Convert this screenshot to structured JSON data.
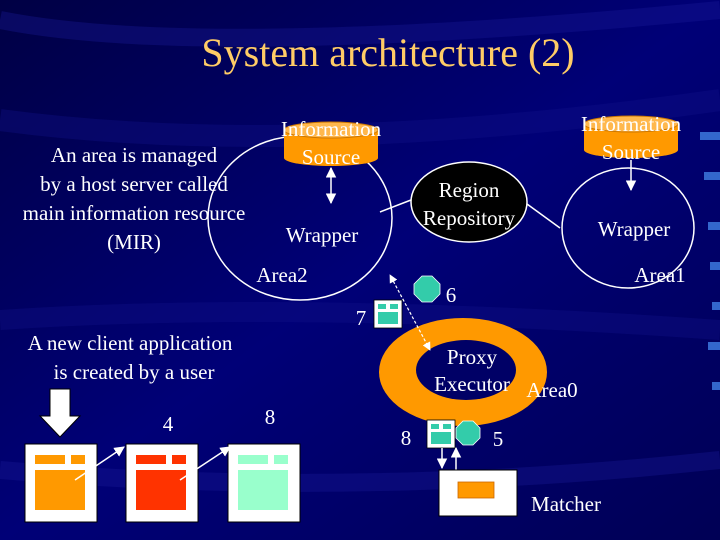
{
  "title": "System architecture (2)",
  "mir_note": {
    "lines": [
      "An area is managed",
      "by a host server called",
      "main information resource",
      "(MIR)"
    ]
  },
  "client_note": {
    "lines": [
      "A new client application",
      "is created by a user"
    ]
  },
  "info_source_left": {
    "lines": [
      "Information",
      "Source"
    ]
  },
  "info_source_right": {
    "lines": [
      "Information",
      "Source"
    ]
  },
  "wrapper_left": "Wrapper",
  "wrapper_right": "Wrapper",
  "area2": "Area2",
  "area1": "Area1",
  "area0": "Area0",
  "region_repository": {
    "lines": [
      "Region",
      "Repository"
    ]
  },
  "proxy_executor": {
    "lines": [
      "Proxy",
      "Executor"
    ]
  },
  "matcher": "Matcher",
  "step_labels": {
    "s4": "4",
    "s5": "5",
    "s6": "6",
    "s7": "7",
    "s8a": "8",
    "s8b": "8"
  },
  "colors": {
    "background": "#000066",
    "title": "#FFCC66",
    "orange": "#FF9900",
    "red": "#FF3300",
    "mint": "#99FFCC",
    "teal": "#33CCAA"
  }
}
